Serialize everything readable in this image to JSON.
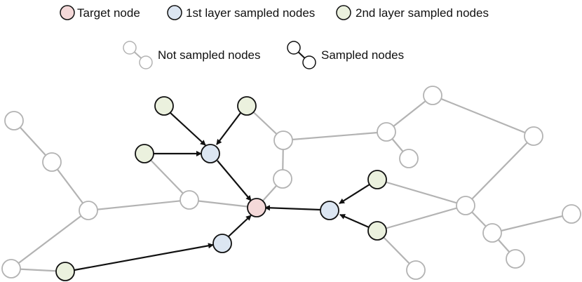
{
  "legend": {
    "target_label": "Target node",
    "first_layer_label": "1st layer sampled nodes",
    "second_layer_label": "2nd layer sampled nodes",
    "not_sampled_label": "Not sampled nodes",
    "sampled_label": "Sampled nodes"
  },
  "colors": {
    "target_fill": "#f4d9d9",
    "first_layer_fill": "#dce6f2",
    "second_layer_fill": "#ebf1de",
    "not_sampled_fill": "#ffffff",
    "not_sampled_stroke": "#b3b3b3",
    "not_sampled_edge": "#b3b3b3",
    "sampled_stroke": "#111111",
    "sampled_edge": "#111111"
  }
}
